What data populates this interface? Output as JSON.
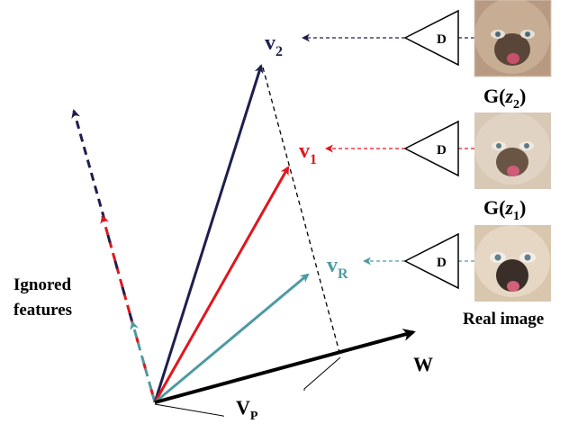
{
  "vectors": {
    "v2": {
      "base": "v",
      "sub": "2",
      "color": "#1e1e4e"
    },
    "v1": {
      "base": "v",
      "sub": "1",
      "color": "#e0161c"
    },
    "vr": {
      "base": "v",
      "sub": "R",
      "color": "#4f9aa2"
    },
    "w": {
      "label": "W",
      "color": "#000000"
    },
    "vp": {
      "base": "V",
      "sub": "P",
      "color": "#000000"
    }
  },
  "ignored_label": {
    "line1": "Ignored",
    "line2": "features"
  },
  "discriminators": [
    {
      "label": "D",
      "color": "#1e1e4e"
    },
    {
      "label": "D",
      "color": "#e0161c"
    },
    {
      "label": "D",
      "color": "#4f9aa2"
    }
  ],
  "images": [
    {
      "caption_base": "G(",
      "caption_var": "z",
      "caption_sub": "2",
      "caption_end": ")",
      "icon": "distorted-generated-cat",
      "colors": {
        "base": "#b89a82",
        "face": "#5a4638",
        "light": "#e8ddd2",
        "tongue": "#c8506a"
      }
    },
    {
      "caption_base": "G(",
      "caption_var": "z",
      "caption_sub": "1",
      "caption_end": ")",
      "icon": "generated-cat",
      "colors": {
        "base": "#d8c8b6",
        "face": "#6a5444",
        "light": "#f1e9df",
        "tongue": "#d05c78"
      }
    },
    {
      "caption": "Real image",
      "icon": "real-cat",
      "colors": {
        "base": "#d9c6ae",
        "face": "#3a2e28",
        "light": "#f3ede6",
        "tongue": "#d2607a"
      }
    }
  ]
}
